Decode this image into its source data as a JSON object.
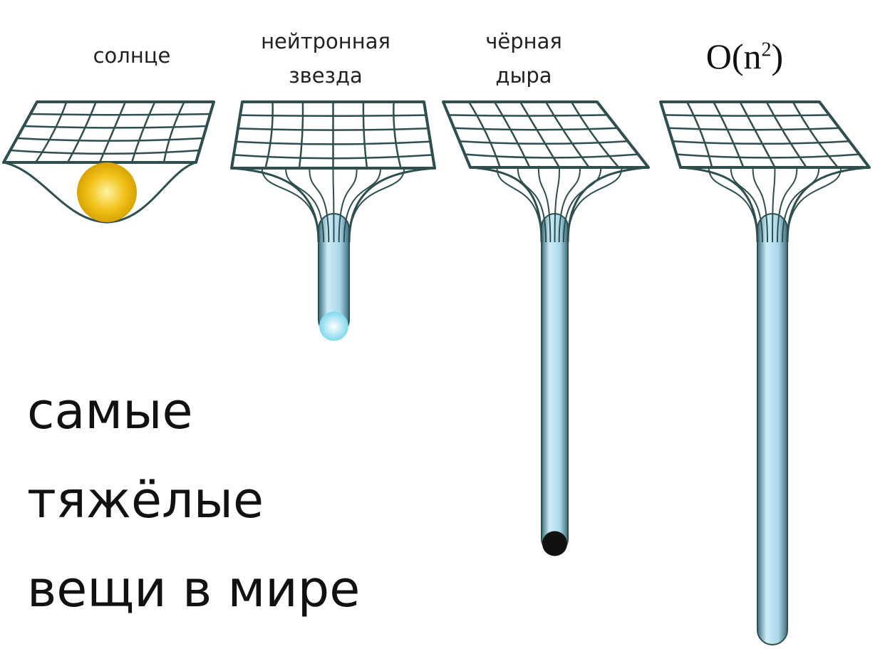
{
  "labels": {
    "sun": "солнце",
    "neutron_star": [
      "нейтронная",
      "звезда"
    ],
    "black_hole": [
      "чёрная",
      "дыра"
    ],
    "complexity": {
      "base": "O(n",
      "exponent": "2",
      "close": ")"
    }
  },
  "caption": [
    "самые",
    "тяжёлые",
    "вещи в мире"
  ],
  "colors": {
    "grid": "#2f4f4f",
    "tube": "#a9d6e8",
    "sun": "#f2c21b",
    "neutron": "#bff3ff",
    "black_hole": "#111111"
  }
}
